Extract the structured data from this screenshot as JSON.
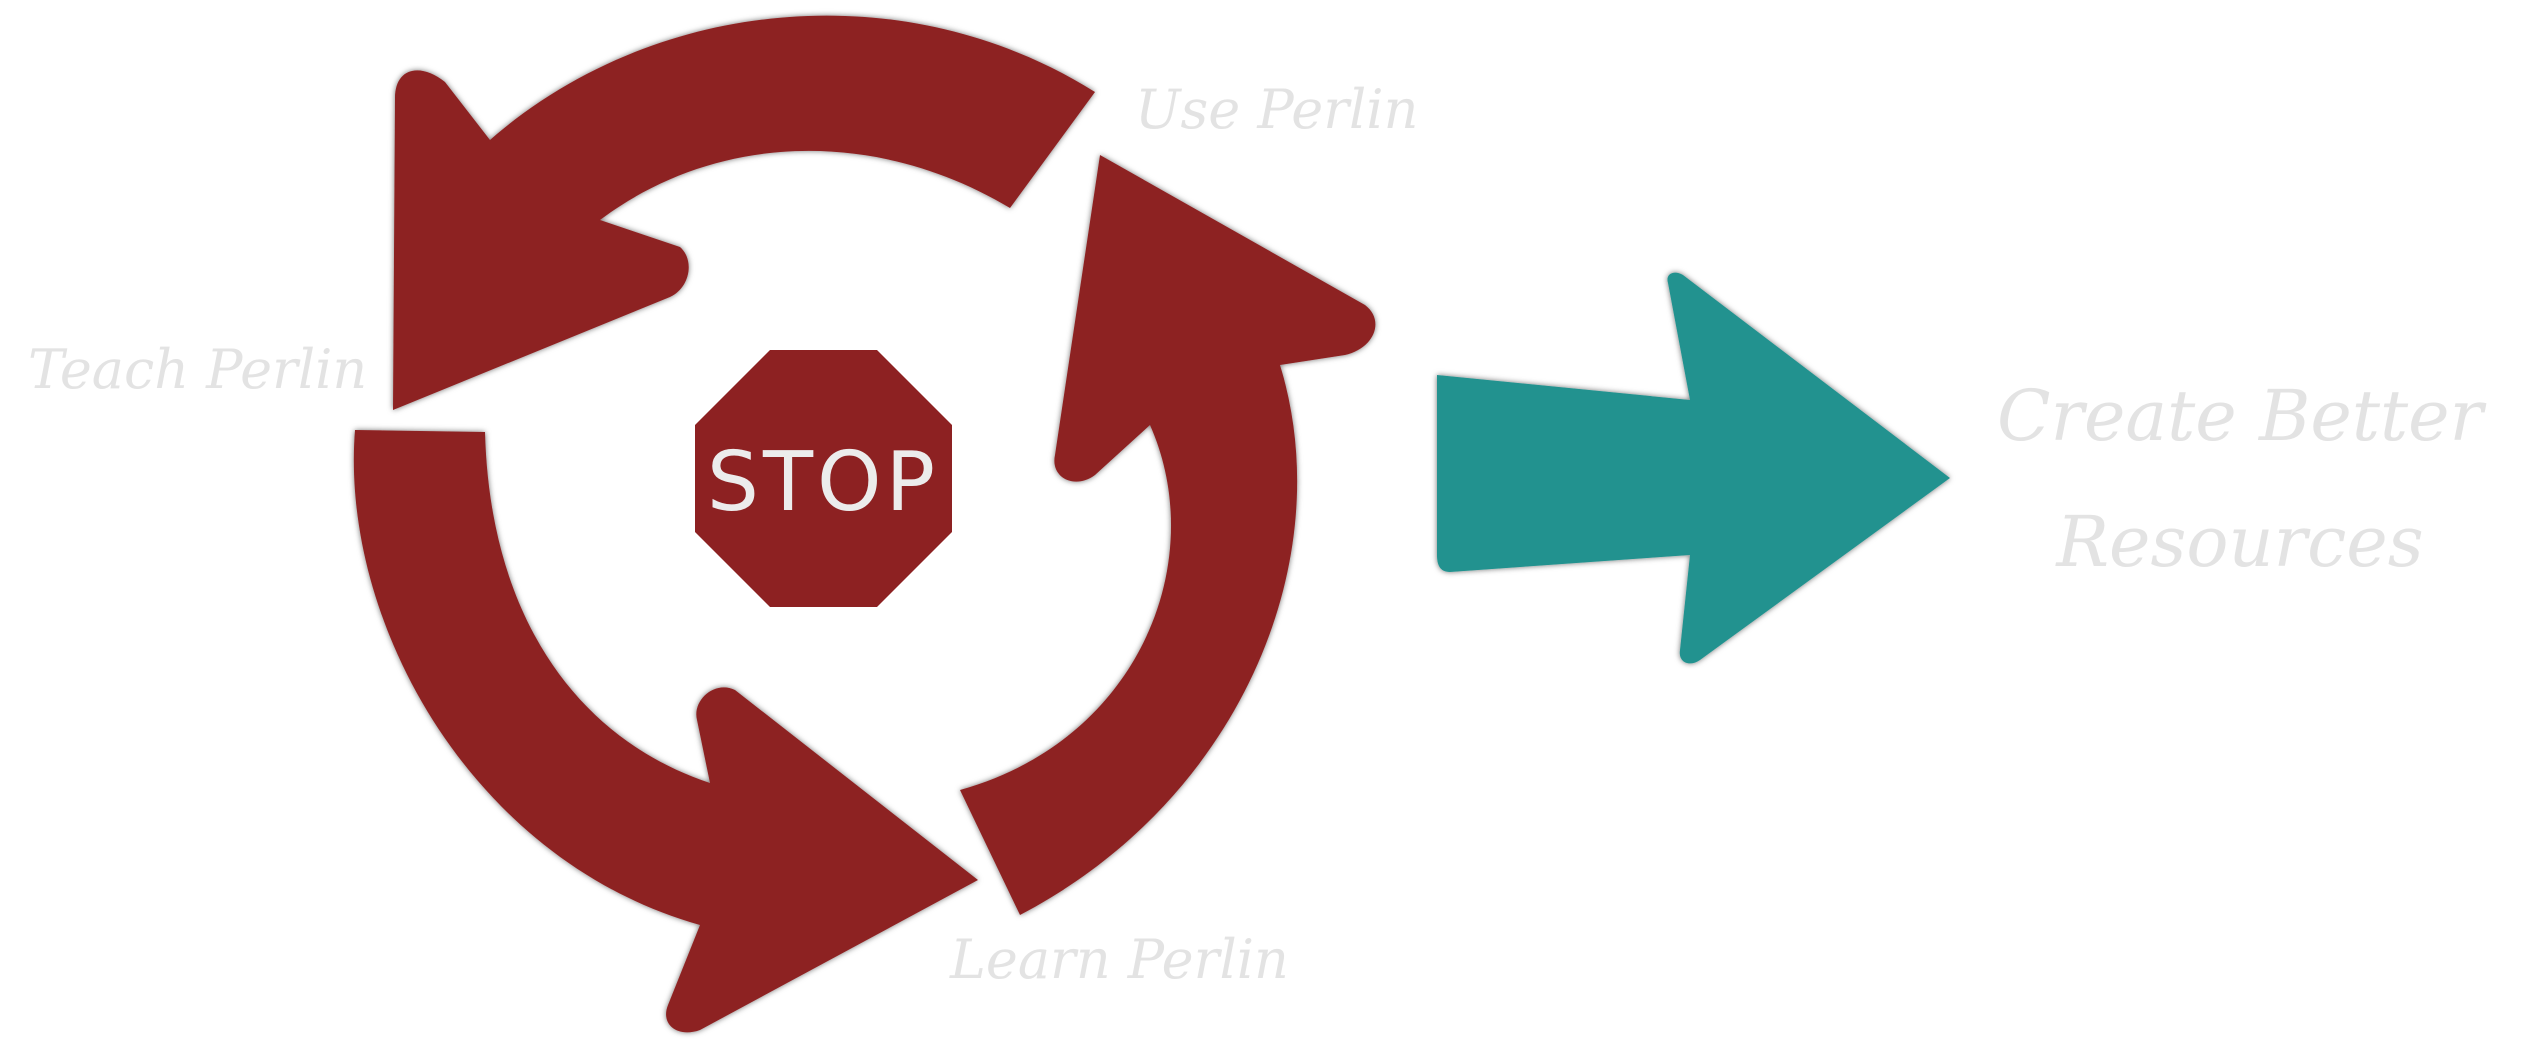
{
  "labels": {
    "use": "Use Perlin",
    "teach": "Teach Perlin",
    "learn": "Learn Perlin",
    "outcome_line1": "Create Better",
    "outcome_line2": "Resources"
  },
  "stop_sign": {
    "text": "STOP"
  },
  "colors": {
    "cycle_arrows": "#8d2122",
    "outcome_arrow": "#22928f",
    "label_text": "#e3e3e3",
    "stop_text": "#ececec"
  }
}
